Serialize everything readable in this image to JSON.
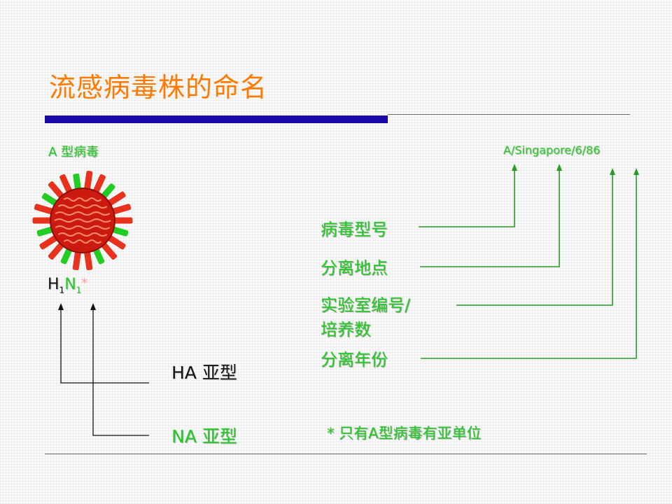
{
  "slide": {
    "title": "流感病毒株的命名",
    "virus_type_label": "A 型病毒",
    "strain_example": "A/Singapore/6/86",
    "hn": {
      "h": "H",
      "h_sub": "1",
      "n": "N",
      "n_sub": "1",
      "star": "*"
    },
    "ha_subtype": "HA 亚型",
    "na_subtype": "NA 亚型",
    "components": [
      {
        "label": "病毒型号"
      },
      {
        "label": "分离地点"
      },
      {
        "label": "实验室编号/",
        "label_line2": "培养数"
      },
      {
        "label": "分离年份"
      }
    ],
    "footnote": "* 只有A型病毒有亚单位"
  },
  "colors": {
    "title": "#ff7a00",
    "accent_bar": "#1a0aa8",
    "green": "#22cc22",
    "red": "#e8321e",
    "virus_body": "#cc1a10"
  },
  "icons": [
    "virus-icon"
  ]
}
